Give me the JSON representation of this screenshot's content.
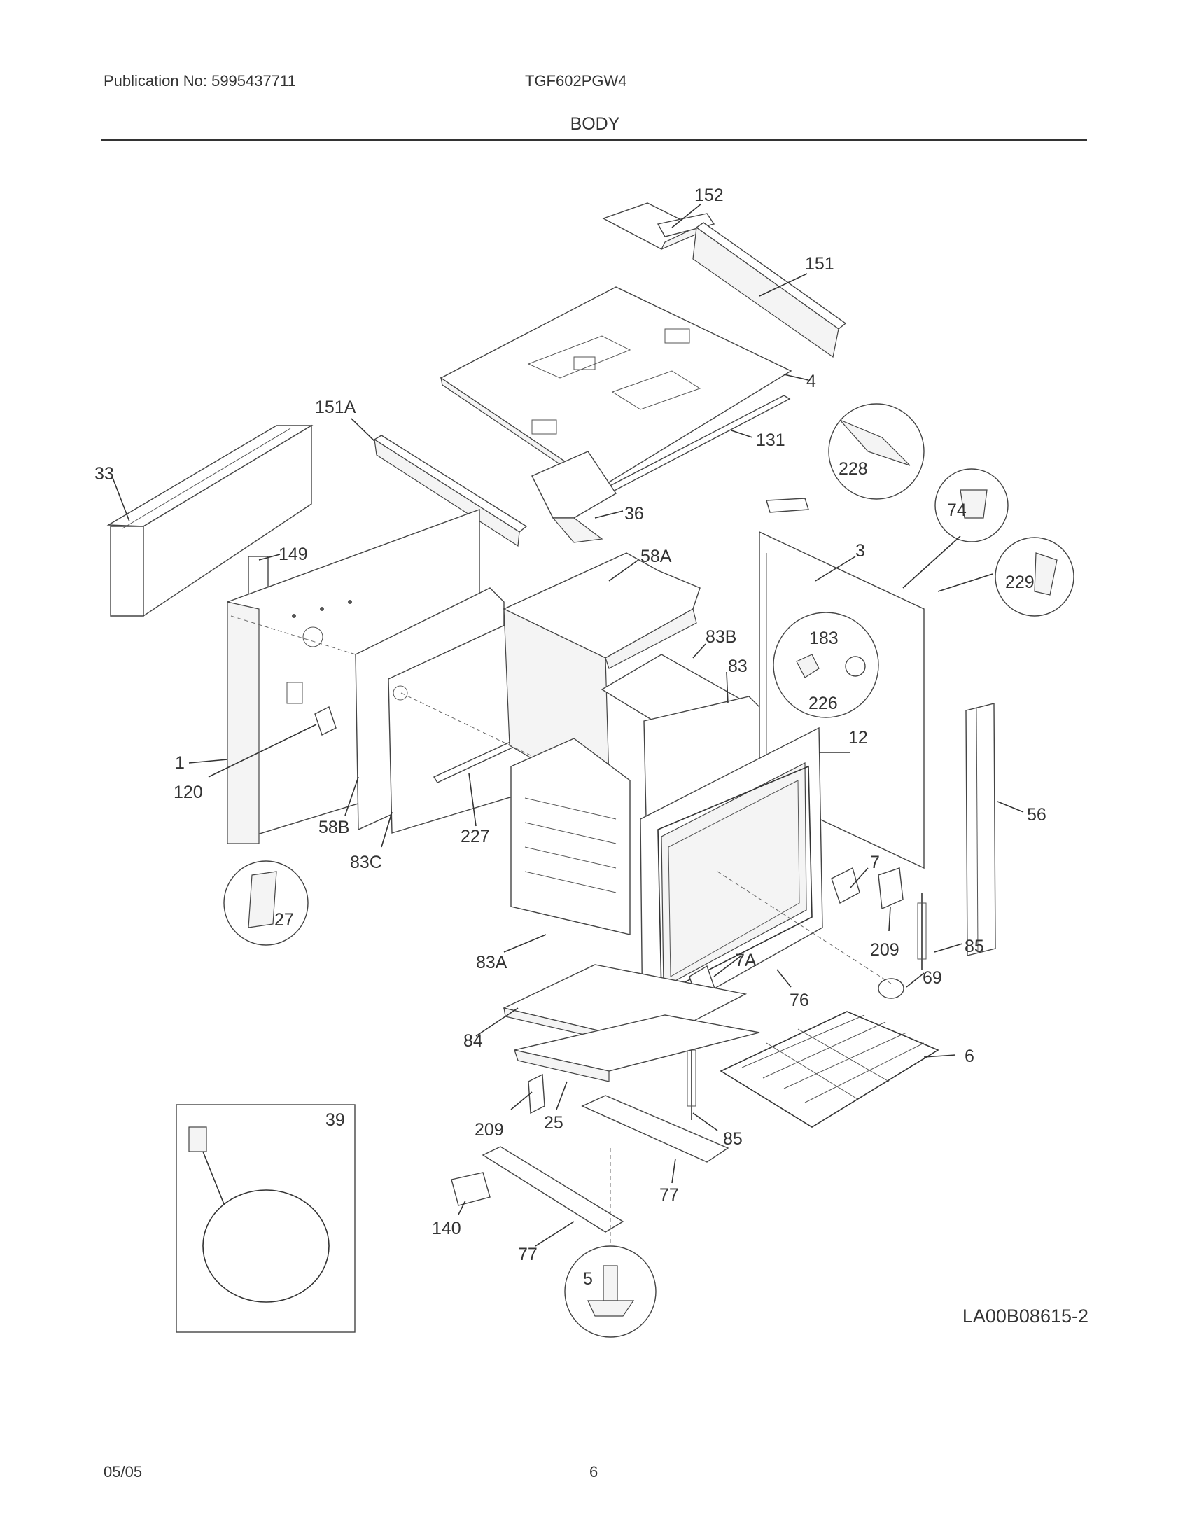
{
  "header": {
    "publication": "Publication No: 5995437711",
    "model": "TGF602PGW4",
    "section": "BODY"
  },
  "diagram": {
    "drawing_ref": "LA00B08615-2",
    "callouts": [
      "152",
      "151",
      "4",
      "151A",
      "131",
      "33",
      "228",
      "36",
      "74",
      "149",
      "3",
      "58A",
      "229",
      "83B",
      "183",
      "83",
      "226",
      "1",
      "12",
      "120",
      "56",
      "58B",
      "227",
      "83C",
      "7",
      "27",
      "209",
      "85",
      "83A",
      "7A",
      "69",
      "76",
      "84",
      "6",
      "39",
      "209",
      "25",
      "85",
      "77",
      "140",
      "77",
      "5"
    ]
  },
  "footer": {
    "date": "05/05",
    "page": "6"
  }
}
